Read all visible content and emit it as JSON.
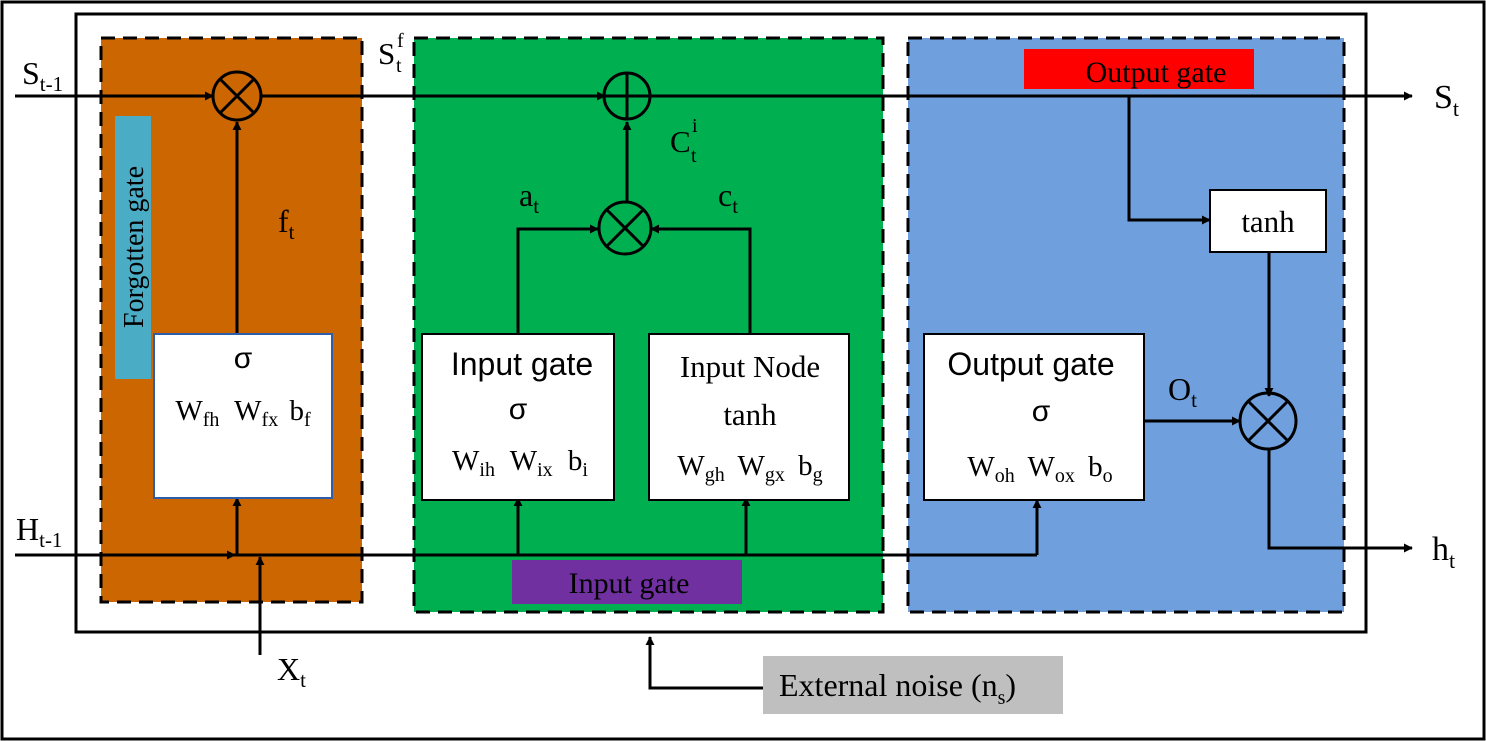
{
  "colors": {
    "forget_region": "#cc6600",
    "input_region": "#00b050",
    "output_region": "#6f9fdc",
    "forgotten_label_bg": "#4bacc6",
    "input_gate_label_bg": "#7030a0",
    "output_gate_label_bg": "#ff0000",
    "noise_label_bg": "#bfbfbf",
    "stroke": "#000000"
  },
  "signals": {
    "s_prev": {
      "main": "S",
      "sub": "t-1"
    },
    "s_t": {
      "main": "S",
      "sub": "t"
    },
    "s_tf": {
      "main": "S",
      "sub": "t",
      "sup": "f"
    },
    "h_prev": {
      "main": "H",
      "sub": "t-1"
    },
    "h_t": {
      "main": "h",
      "sub": "t"
    },
    "x_t": {
      "main": "X",
      "sub": "t"
    },
    "f_t": {
      "main": "f",
      "sub": "t"
    },
    "c_ti": {
      "main": "C",
      "sub": "t",
      "sup": "i"
    },
    "a_t": {
      "main": "a",
      "sub": "t"
    },
    "c_t": {
      "main": "c",
      "sub": "t"
    },
    "o_t": {
      "main": "O",
      "sub": "t"
    }
  },
  "labels": {
    "forgotten_gate": "Forgotten gate",
    "input_gate_strip": "Input gate",
    "output_gate_strip": "Output gate",
    "noise": {
      "main": "External noise (n",
      "sub": "s",
      "tail": ")"
    }
  },
  "boxes": {
    "forget": {
      "title": "",
      "activation": "σ",
      "weights": [
        {
          "main": "W",
          "sub": "fh"
        },
        {
          "main": "W",
          "sub": "fx"
        },
        {
          "main": "b",
          "sub": "f"
        }
      ]
    },
    "input_gate": {
      "title": "Input gate",
      "activation": "σ",
      "weights": [
        {
          "main": "W",
          "sub": "ih"
        },
        {
          "main": "W",
          "sub": "ix"
        },
        {
          "main": "b",
          "sub": "i"
        }
      ]
    },
    "input_node": {
      "title": "Input Node",
      "activation": "tanh",
      "weights": [
        {
          "main": "W",
          "sub": "gh"
        },
        {
          "main": "W",
          "sub": "gx"
        },
        {
          "main": "b",
          "sub": "g"
        }
      ]
    },
    "output_gate": {
      "title": "Output gate",
      "activation": "σ",
      "weights": [
        {
          "main": "W",
          "sub": "oh"
        },
        {
          "main": "W",
          "sub": "ox"
        },
        {
          "main": "b",
          "sub": "o"
        }
      ]
    },
    "tanh": {
      "title": "tanh"
    }
  },
  "operators": {
    "multiply": "×",
    "add": "+"
  }
}
